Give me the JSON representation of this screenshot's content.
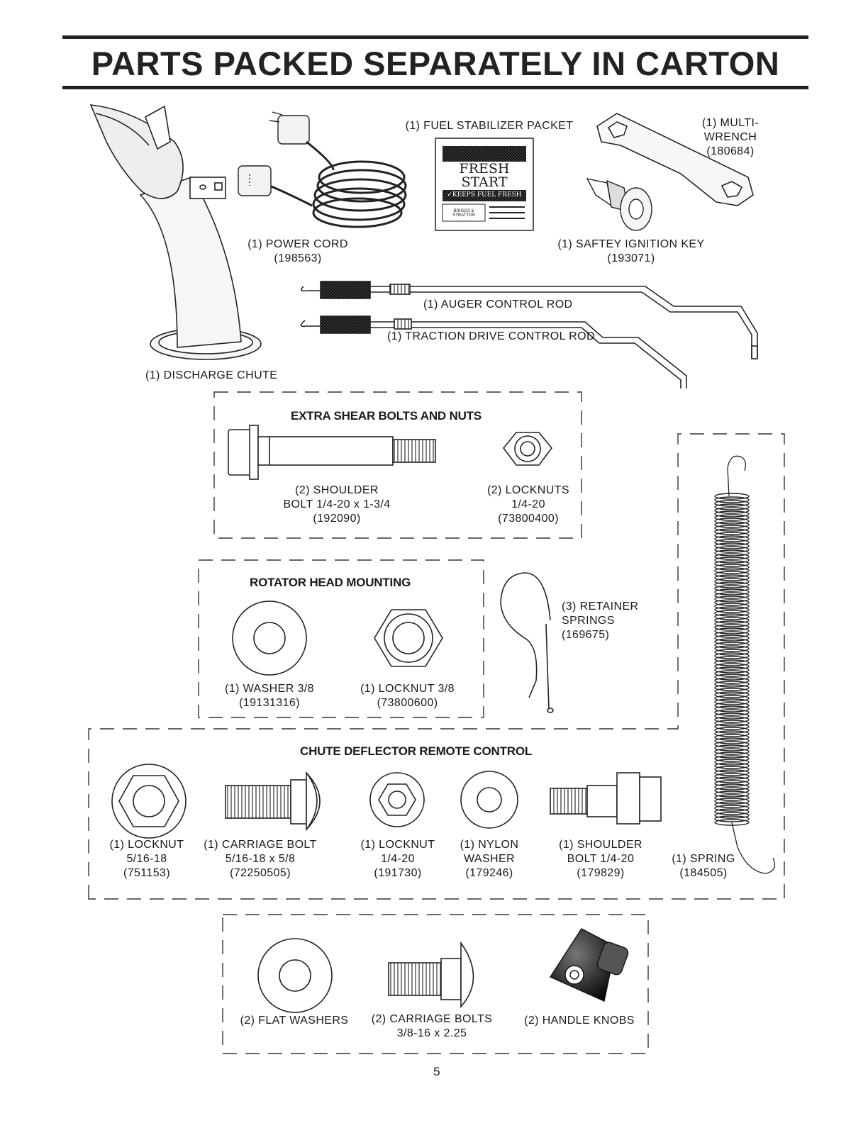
{
  "page": {
    "title": "PARTS PACKED SEPARATELY IN CARTON",
    "page_number": "5"
  },
  "top_parts": {
    "fuel_stabilizer": {
      "label": "(1) FUEL STABILIZER PACKET",
      "packet_line1": "FRESH",
      "packet_line2": "START",
      "packet_tagline": "✓KEEPS FUEL FRESH",
      "packet_logo": "BRIGGS & STRATTON"
    },
    "multi_wrench": {
      "line1": "(1) MULTI-",
      "line2": "WRENCH",
      "part": "(180684)"
    },
    "power_cord": {
      "label": "(1) POWER CORD",
      "part": "(198563)"
    },
    "ignition_key": {
      "label": "(1) SAFTEY IGNITION KEY",
      "part": "(193071)"
    },
    "auger_rod": {
      "label": "(1) AUGER CONTROL ROD"
    },
    "traction_rod": {
      "label": "(1) TRACTION DRIVE CONTROL ROD"
    },
    "discharge_chute": {
      "label": "(1) DISCHARGE CHUTE"
    }
  },
  "shear_bolts": {
    "heading": "EXTRA SHEAR BOLTS AND NUTS",
    "bolt": {
      "line1": "(2) SHOULDER",
      "line2": "BOLT 1/4-20 x 1-3/4",
      "part": "(192090)"
    },
    "nut": {
      "line1": "(2) LOCKNUTS",
      "line2": "1/4-20",
      "part": "(73800400)"
    }
  },
  "rotator": {
    "heading": "ROTATOR HEAD MOUNTING",
    "washer": {
      "line1": "(1) WASHER 3/8",
      "part": "(19131316)"
    },
    "locknut": {
      "line1": "(1) LOCKNUT 3/8",
      "part": "(73800600)"
    }
  },
  "retainer": {
    "line1": "(3) RETAINER",
    "line2": "SPRINGS",
    "part": "(169675)"
  },
  "chute_deflector": {
    "heading": "CHUTE DEFLECTOR REMOTE CONTROL",
    "items": [
      {
        "line1": "(1) LOCKNUT",
        "line2": "5/16-18",
        "part": "(751153)"
      },
      {
        "line1": "(1) CARRIAGE BOLT",
        "line2": "5/16-18 x 5/8",
        "part": "(72250505)"
      },
      {
        "line1": "(1) LOCKNUT",
        "line2": "1/4-20",
        "part": "(191730)"
      },
      {
        "line1": "(1) NYLON",
        "line2": "WASHER",
        "part": "(179246)"
      },
      {
        "line1": "(1) SHOULDER",
        "line2": "BOLT 1/4-20",
        "part": "(179829)"
      }
    ]
  },
  "spring": {
    "line1": "(1) SPRING",
    "part": "(184505)"
  },
  "bottom_group": {
    "flat_washers": {
      "line1": "(2) FLAT WASHERS"
    },
    "carriage_bolts": {
      "line1": "(2) CARRIAGE BOLTS",
      "line2": "3/8-16 x 2.25"
    },
    "handle_knobs": {
      "line1": "(2) HANDLE KNOBS"
    }
  }
}
